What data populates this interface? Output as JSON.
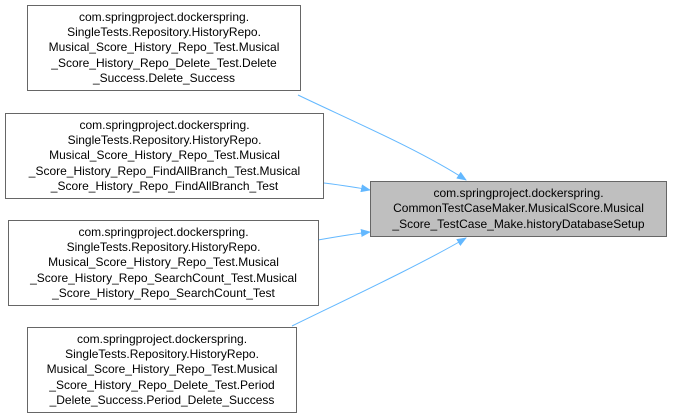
{
  "target": {
    "lines": [
      "com.springproject.dockerspring.",
      "CommonTestCaseMaker.MusicalScore.Musical",
      "_Score_TestCase_Make.historyDatabaseSetup"
    ]
  },
  "callers": [
    {
      "lines": [
        "com.springproject.dockerspring.",
        "SingleTests.Repository.HistoryRepo.",
        "Musical_Score_History_Repo_Test.Musical",
        "_Score_History_Repo_Delete_Test.Delete",
        "_Success.Delete_Success"
      ]
    },
    {
      "lines": [
        "com.springproject.dockerspring.",
        "SingleTests.Repository.HistoryRepo.",
        "Musical_Score_History_Repo_Test.Musical",
        "_Score_History_Repo_FindAllBranch_Test.Musical",
        "_Score_History_Repo_FindAllBranch_Test"
      ]
    },
    {
      "lines": [
        "com.springproject.dockerspring.",
        "SingleTests.Repository.HistoryRepo.",
        "Musical_Score_History_Repo_Test.Musical",
        "_Score_History_Repo_SearchCount_Test.Musical",
        "_Score_History_Repo_SearchCount_Test"
      ]
    },
    {
      "lines": [
        "com.springproject.dockerspring.",
        "SingleTests.Repository.HistoryRepo.",
        "Musical_Score_History_Repo_Test.Musical",
        "_Score_History_Repo_Delete_Test.Period",
        "_Delete_Success.Period_Delete_Success"
      ]
    }
  ],
  "colors": {
    "edge": "#63b8ff",
    "node_border": "#666666",
    "target_fill": "#bfbfbf"
  }
}
